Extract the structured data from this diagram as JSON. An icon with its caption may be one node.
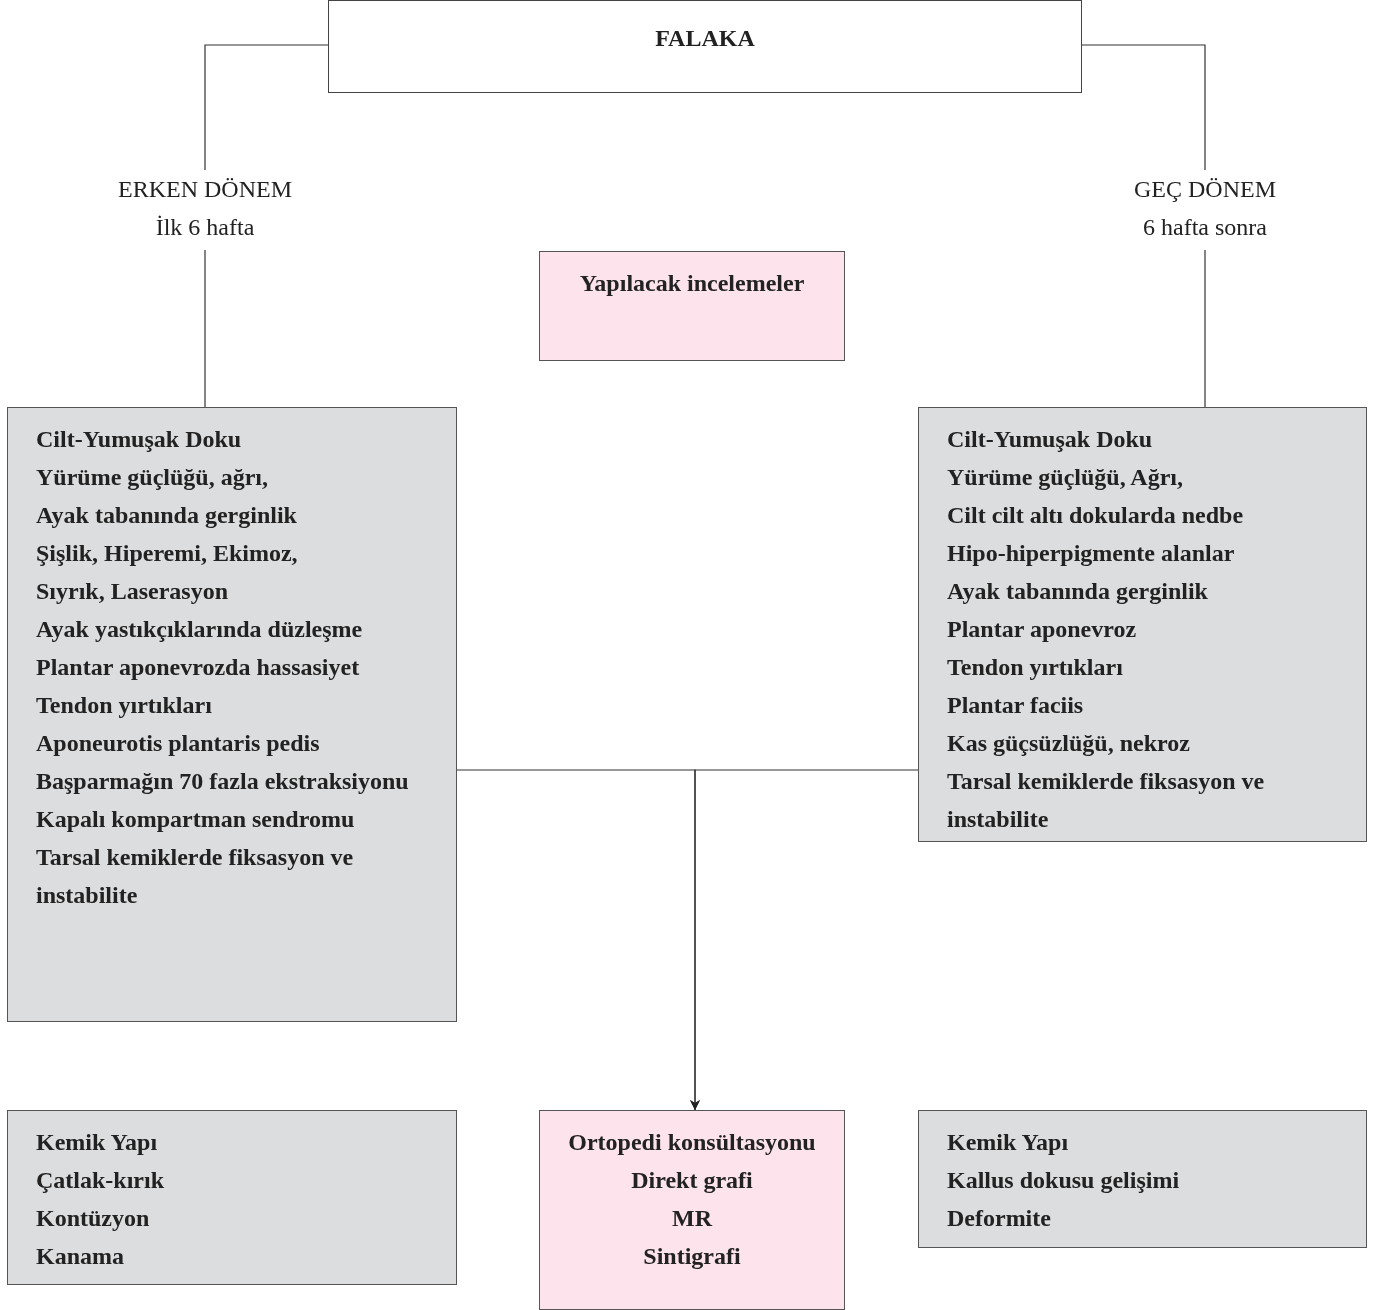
{
  "diagram": {
    "nodes": [
      {
        "text": [
          "FALAKA"
        ]
      },
      {
        "text": [
          "ERKEN DÖNEM",
          "İlk 6 hafta"
        ]
      },
      {
        "text": [
          "GEÇ DÖNEM",
          "6 hafta sonra"
        ]
      },
      {
        "text": [
          "Yapılacak incelemeler"
        ]
      },
      {
        "text": [
          "Cilt-Yumuşak Doku",
          "Yürüme güçlüğü, ağrı,",
          "Ayak tabanında gerginlik",
          "Şişlik, Hiperemi, Ekimoz,",
          "Sıyrık, Laserasyon",
          "Ayak yastıkçıklarında düzleşme",
          "Plantar aponevrozda hassasiyet",
          "Tendon yırtıkları",
          "Aponeurotis plantaris pedis",
          "Başparmağın 70 fazla ekstraksiyonu",
          "Kapalı kompartman sendromu",
          "Tarsal kemiklerde fiksasyon ve instabilite"
        ]
      },
      {
        "text": [
          "Cilt-Yumuşak Doku",
          "Yürüme güçlüğü, Ağrı,",
          "Cilt cilt altı dokularda nedbe",
          "Hipo-hiperpigmente alanlar",
          "Ayak tabanında gerginlik",
          "Plantar aponevroz",
          "Tendon yırtıkları",
          "Plantar faciis",
          "Kas güçsüzlüğü, nekroz",
          "Tarsal kemiklerde fiksasyon ve instabilite"
        ]
      },
      {
        "text": [
          "Kemik Yapı",
          "Çatlak-kırık",
          "Kontüzyon",
          "Kanama"
        ]
      },
      {
        "text": [
          "Ortopedi konsültasyonu",
          "Direkt grafi",
          "MR",
          "Sintigrafi"
        ]
      },
      {
        "text": [
          "Kemik Yapı",
          "Kallus dokusu gelişimi",
          "Deformite"
        ]
      }
    ],
    "edges": [
      {
        "from": 0,
        "to": 1,
        "arrow": "none"
      },
      {
        "from": 0,
        "to": 2,
        "arrow": "none"
      },
      {
        "from": 1,
        "to": 4,
        "arrow": "none"
      },
      {
        "from": 2,
        "to": 5,
        "arrow": "none"
      },
      {
        "from": 4,
        "to": 7,
        "arrow": "to"
      },
      {
        "from": 5,
        "to": 7,
        "arrow": "to"
      }
    ]
  }
}
